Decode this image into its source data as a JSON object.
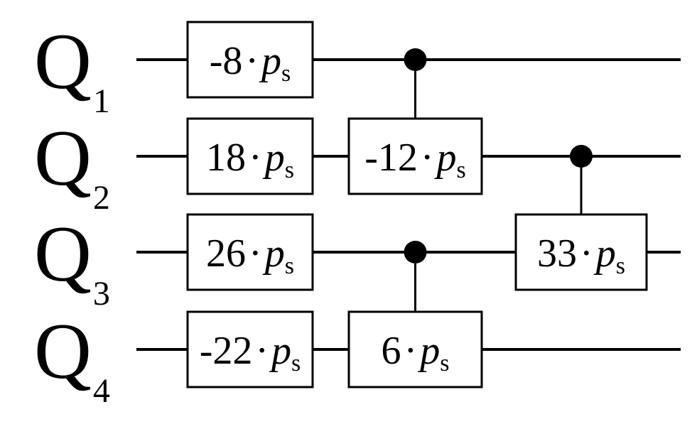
{
  "qubits": [
    {
      "letter": "Q",
      "index": "1"
    },
    {
      "letter": "Q",
      "index": "2"
    },
    {
      "letter": "Q",
      "index": "3"
    },
    {
      "letter": "Q",
      "index": "4"
    }
  ],
  "gates": [
    {
      "qubit": 0,
      "column": 0,
      "coefficient": "-8",
      "dot": "·",
      "param": "p",
      "param_sub": "s"
    },
    {
      "qubit": 1,
      "column": 0,
      "coefficient": "18",
      "dot": "·",
      "param": "p",
      "param_sub": "s"
    },
    {
      "qubit": 2,
      "column": 0,
      "coefficient": "26",
      "dot": "·",
      "param": "p",
      "param_sub": "s"
    },
    {
      "qubit": 3,
      "column": 0,
      "coefficient": "-22",
      "dot": "·",
      "param": "p",
      "param_sub": "s"
    },
    {
      "qubit": 1,
      "column": 1,
      "coefficient": "-12",
      "dot": "·",
      "param": "p",
      "param_sub": "s",
      "control": 0
    },
    {
      "qubit": 3,
      "column": 1,
      "coefficient": "6",
      "dot": "·",
      "param": "p",
      "param_sub": "s",
      "control": 2
    },
    {
      "qubit": 2,
      "column": 2,
      "coefficient": "33",
      "dot": "·",
      "param": "p",
      "param_sub": "s",
      "control": 1
    }
  ]
}
